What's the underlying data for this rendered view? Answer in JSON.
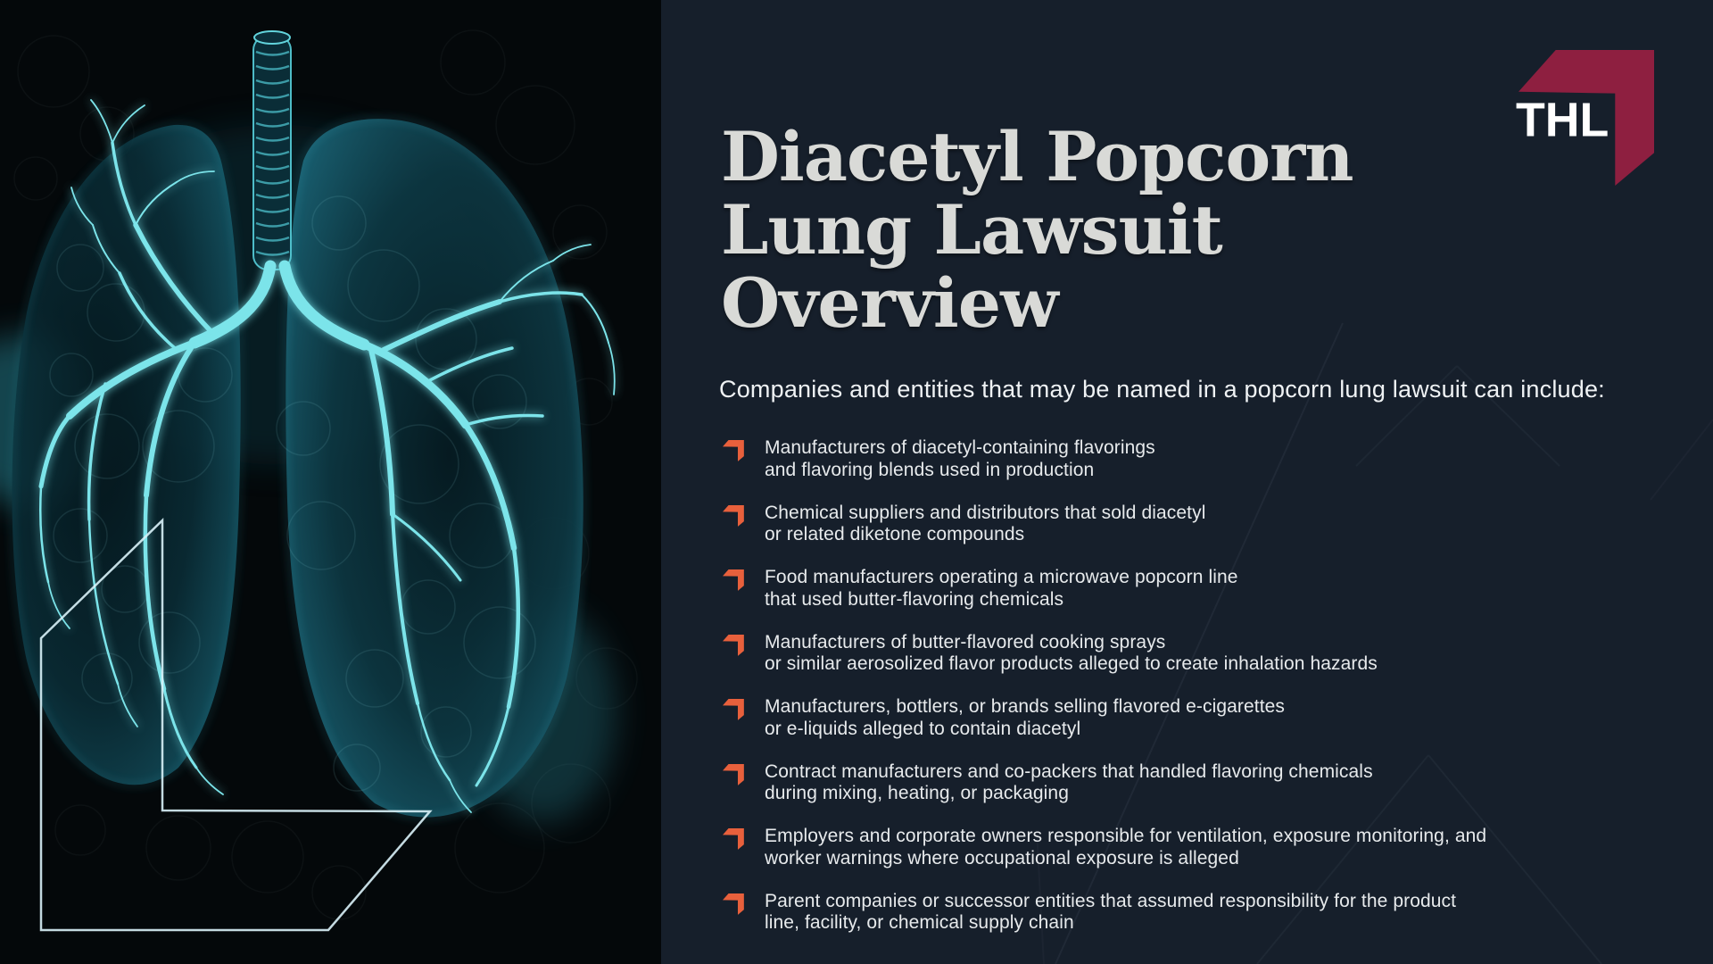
{
  "header": {
    "title": "Diacetyl Popcorn\nLung Lawsuit\nOverview",
    "intro": "Companies and entities that may be named in a popcorn lung lawsuit can include:"
  },
  "logo": {
    "text": "THL",
    "arrow_color": "#8e1f40",
    "text_color": "#ffffff"
  },
  "list": {
    "bullet_color": "#e8603c",
    "items": [
      {
        "text": "Manufacturers of diacetyl-containing flavorings\nand flavoring blends used in production"
      },
      {
        "text": "Chemical suppliers and distributors that sold diacetyl\nor related diketone compounds"
      },
      {
        "text": "Food manufacturers operating a microwave popcorn line\nthat used butter-flavoring chemicals"
      },
      {
        "text": "Manufacturers of butter-flavored cooking sprays\nor similar aerosolized flavor products alleged to create inhalation hazards"
      },
      {
        "text": "Manufacturers, bottlers, or brands selling flavored e-cigarettes\nor e-liquids alleged to contain diacetyl"
      },
      {
        "text": "Contract manufacturers and co-packers that handled flavoring chemicals\nduring mixing, heating, or packaging"
      },
      {
        "text": "Employers and corporate owners responsible for ventilation, exposure monitoring, and\nworker warnings where occupational exposure is alleged"
      },
      {
        "text": "Parent companies or successor entities that assumed responsibility for the product\nline, facility, or chemical supply chain"
      }
    ]
  },
  "colors": {
    "panel_background": "#161f2b",
    "title_text": "#d9dad7",
    "body_text": "#e7eaec",
    "accent_orange": "#e8603c",
    "logo_maroon": "#8e1f40",
    "lung_teal": "#5fd6dd"
  }
}
